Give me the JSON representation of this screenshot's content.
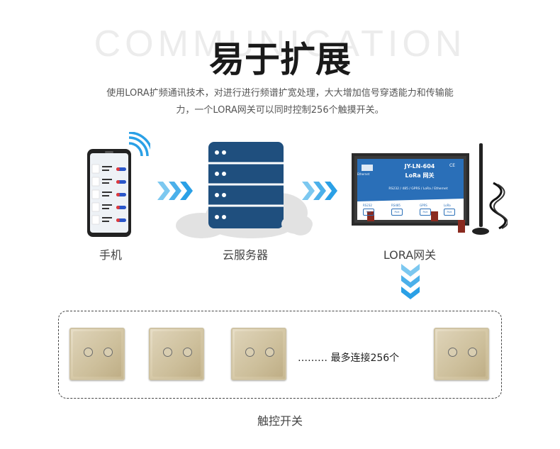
{
  "header": {
    "bg_word": "COMMUNICATION",
    "title": "易于扩展",
    "desc_line1": "使用LORA扩频通讯技术，对进行进行频谱扩宽处理，大大增加信号穿透能力和传输能",
    "desc_line2": "力，一个LORA网关可以同时控制256个触摸开关。"
  },
  "nodes": {
    "phone": "手机",
    "cloud": "云服务器",
    "gateway": "LORA网关",
    "switches": "触控开关"
  },
  "gateway_device": {
    "model": "JY-LN-604",
    "name": "LoRa 网关",
    "interfaces": "RS232 / 485 / GPRS / LoRa / Ethernet",
    "ports": [
      "RS232",
      "RS485",
      "GPRS",
      "LoRa"
    ],
    "port_sub": "Port",
    "brand_sub": "Ethernet",
    "mark": "CE"
  },
  "switch_group": {
    "more_text": "……… 最多连接256个"
  },
  "colors": {
    "arrow_blue": "#2aa0e6",
    "server_blue": "#1f4f7e",
    "gateway_blue": "#2a6fb8"
  }
}
